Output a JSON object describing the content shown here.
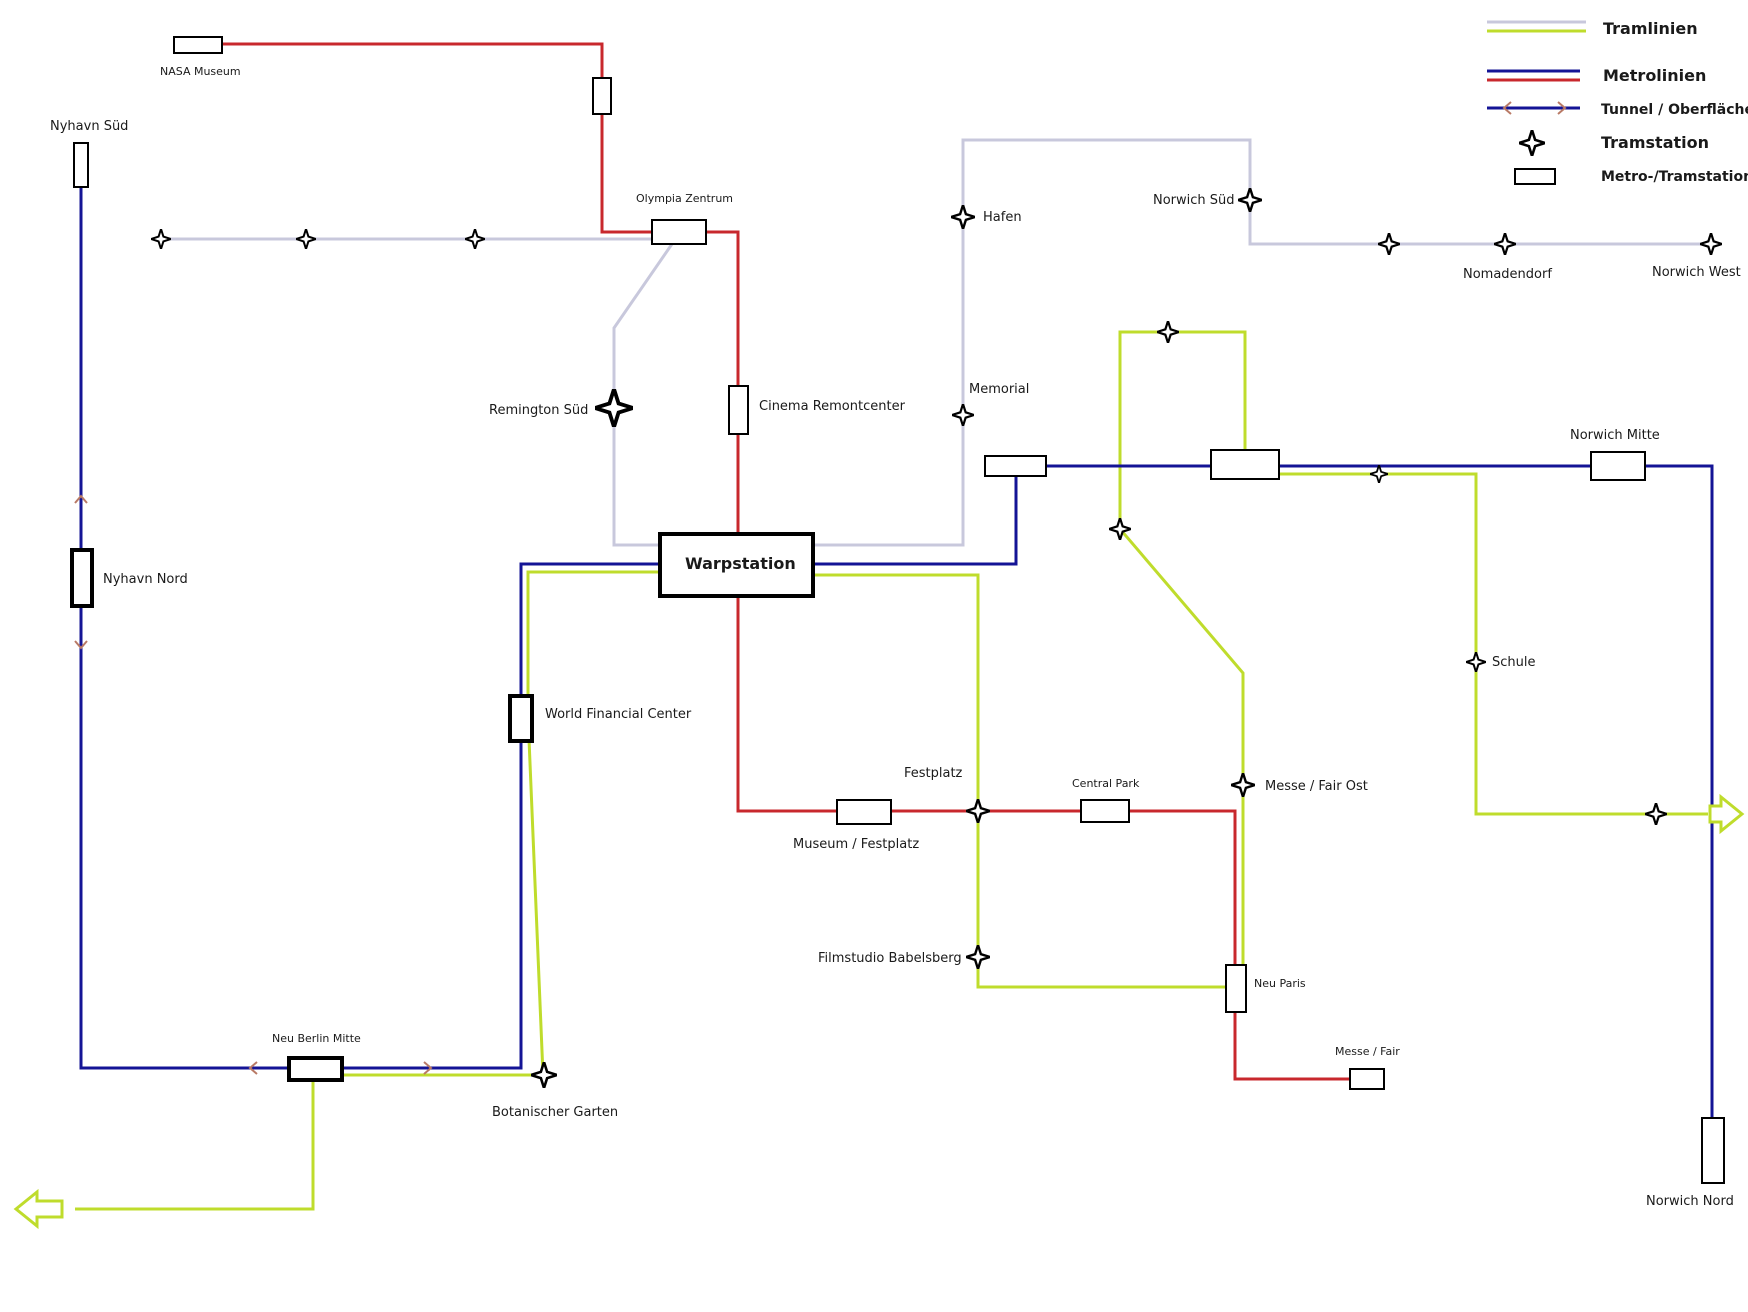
{
  "colors": {
    "tram_light": "#c8c8dc",
    "tram_green": "#bfdc2c",
    "metro_blue": "#141496",
    "metro_red": "#c8282d",
    "tunnel_arrow": "#b97a66",
    "station_outline": "#000000"
  },
  "legend": {
    "tramlines": "Tramlinien",
    "metrolines": "Metrolinien",
    "tunnel": "Tunnel / Oberfläche",
    "tramstation": "Tramstation",
    "metrostation": "Metro-/Tramstation"
  },
  "stations": {
    "nasa_museum": "NASA Museum",
    "nyhavn_sued": "Nyhavn Süd",
    "olympia_zentrum": "Olympia Zentrum",
    "hafen": "Hafen",
    "norwich_sued": "Norwich Süd",
    "nomadendorf": "Nomadendorf",
    "norwich_west": "Norwich West",
    "remington_sued": "Remington Süd",
    "cinema": "Cinema Remontcenter",
    "memorial": "Memorial",
    "norwich_mitte": "Norwich Mitte",
    "warpstation": "Warpstation",
    "nyhavn_nord": "Nyhavn Nord",
    "world_financial": "World Financial Center",
    "schule": "Schule",
    "festplatz": "Festplatz",
    "central_park": "Central Park",
    "messe_fair_ost": "Messe / Fair Ost",
    "museum_festplatz": "Museum / Festplatz",
    "filmstudio": "Filmstudio Babelsberg",
    "neu_paris": "Neu Paris",
    "neu_berlin_mitte": "Neu Berlin Mitte",
    "messe_fair": "Messe / Fair",
    "botanischer_garten": "Botanischer Garten",
    "norwich_nord": "Norwich Nord"
  }
}
